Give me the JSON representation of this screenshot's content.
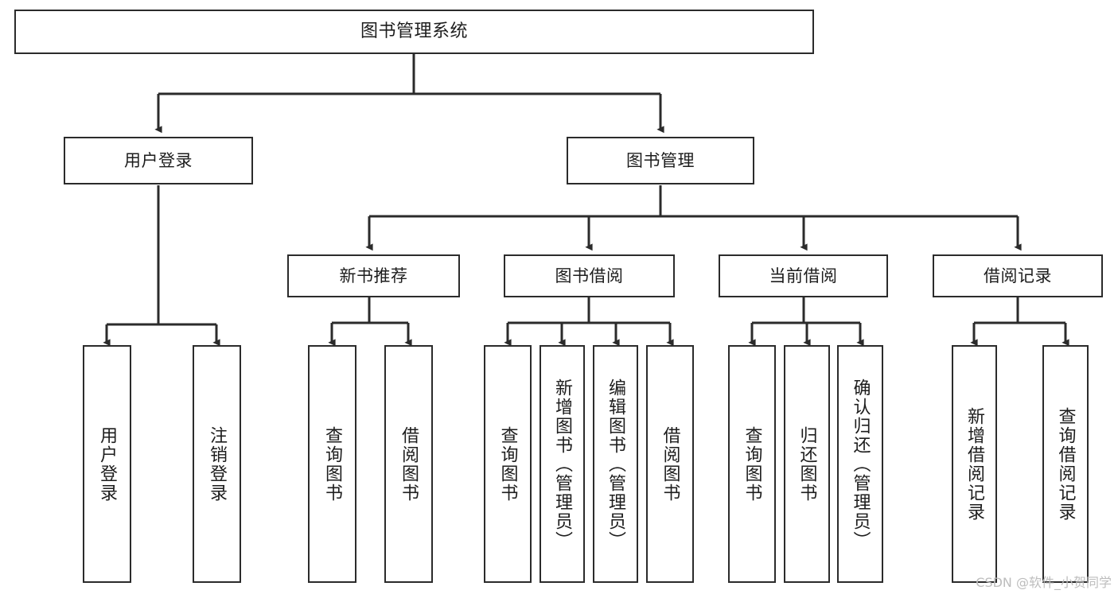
{
  "diagram": {
    "kind": "functional-structure-tree",
    "title": "图书管理系统",
    "watermark": "CSDN @软件_小贺同学",
    "colors": {
      "stroke": "#2b2b2b",
      "fill": "#ffffff",
      "text": "#1d1d1d",
      "watermark": "#bdbdbd"
    },
    "levels": {
      "root": "图书管理系统",
      "level2": [
        "用户登录",
        "图书管理"
      ],
      "level3": [
        "新书推荐",
        "图书借阅",
        "当前借阅",
        "借阅记录"
      ]
    },
    "nodes": {
      "root": {
        "label": "图书管理系统"
      },
      "user_login": {
        "label": "用户登录"
      },
      "book_manage": {
        "label": "图书管理"
      },
      "new_book_rec": {
        "label": "新书推荐"
      },
      "book_borrow": {
        "label": "图书借阅"
      },
      "current_borrow": {
        "label": "当前借阅"
      },
      "borrow_record": {
        "label": "借阅记录"
      },
      "leaf_user_login": {
        "label": "用户登录"
      },
      "leaf_logout": {
        "label": "注销登录"
      },
      "leaf_query_book_1": {
        "label": "查询图书"
      },
      "leaf_borrow_book_1": {
        "label": "借阅图书"
      },
      "leaf_query_book_2": {
        "label": "查询图书"
      },
      "leaf_add_book": {
        "label": "新增图书（管理员）"
      },
      "leaf_edit_book": {
        "label": "编辑图书（管理员）"
      },
      "leaf_borrow_book_2": {
        "label": "借阅图书"
      },
      "leaf_query_book_3": {
        "label": "查询图书"
      },
      "leaf_return_book": {
        "label": "归还图书"
      },
      "leaf_confirm_return": {
        "label": "确认归还（管理员）"
      },
      "leaf_add_record": {
        "label": "新增借阅记录"
      },
      "leaf_query_record": {
        "label": "查询借阅记录"
      }
    },
    "edges": [
      {
        "from": "root",
        "to": "user_login"
      },
      {
        "from": "root",
        "to": "book_manage"
      },
      {
        "from": "user_login",
        "to": "leaf_user_login"
      },
      {
        "from": "user_login",
        "to": "leaf_logout"
      },
      {
        "from": "book_manage",
        "to": "new_book_rec"
      },
      {
        "from": "book_manage",
        "to": "book_borrow"
      },
      {
        "from": "book_manage",
        "to": "current_borrow"
      },
      {
        "from": "book_manage",
        "to": "borrow_record"
      },
      {
        "from": "new_book_rec",
        "to": "leaf_query_book_1"
      },
      {
        "from": "new_book_rec",
        "to": "leaf_borrow_book_1"
      },
      {
        "from": "book_borrow",
        "to": "leaf_query_book_2"
      },
      {
        "from": "book_borrow",
        "to": "leaf_add_book"
      },
      {
        "from": "book_borrow",
        "to": "leaf_edit_book"
      },
      {
        "from": "book_borrow",
        "to": "leaf_borrow_book_2"
      },
      {
        "from": "current_borrow",
        "to": "leaf_query_book_3"
      },
      {
        "from": "current_borrow",
        "to": "leaf_return_book"
      },
      {
        "from": "current_borrow",
        "to": "leaf_confirm_return"
      },
      {
        "from": "borrow_record",
        "to": "leaf_add_record"
      },
      {
        "from": "borrow_record",
        "to": "leaf_query_record"
      }
    ]
  }
}
